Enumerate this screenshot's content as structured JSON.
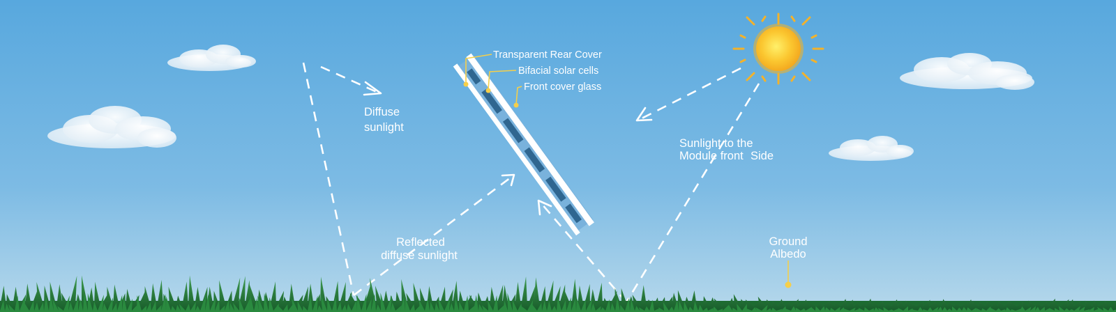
{
  "labels": {
    "transparent_rear_cover": "Transparent Rear Cover",
    "bifacial_solar_cells": "Bifacial solar cells",
    "front_cover_glass": "Front cover glass",
    "diffuse_sunlight_line1": "Diffuse",
    "diffuse_sunlight_line2": "sunlight",
    "sunlight_front_line1": "Sunlight to the",
    "sunlight_front_line2a": "Module front",
    "sunlight_front_line2b": "Side",
    "reflected_line1": "Reflected",
    "reflected_line2": "diffuse sunlight",
    "ground_albedo_line1": "Ground",
    "ground_albedo_line2": "Albedo"
  },
  "colors": {
    "sky_top": "#5aaadf",
    "sky_bottom": "#b3d6ea",
    "sun_core": "#fbc02d",
    "sun_ray": "#f3b22b",
    "callout": "#f5cf4a",
    "panel_glass": "#ffffff",
    "panel_cell": "#2f6690",
    "panel_body": "#79b2dc",
    "grass_dark": "#1f6e34",
    "grass_light": "#3d9a4e"
  },
  "icons": {
    "sun": "sun-icon",
    "clouds": "cloud-icon"
  }
}
